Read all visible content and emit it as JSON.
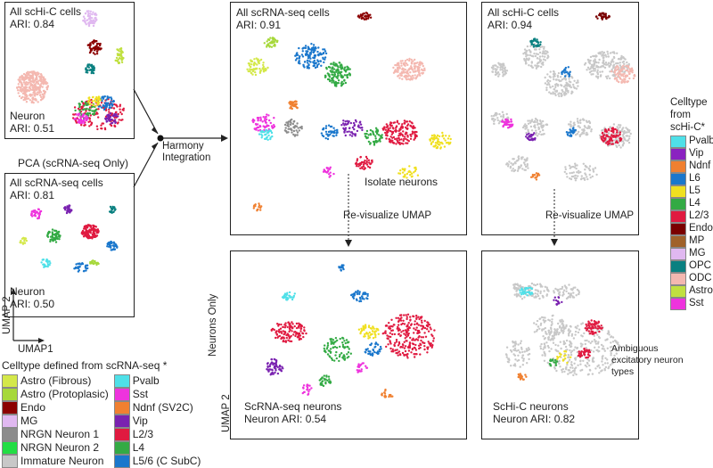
{
  "panels": {
    "hic_pca": {
      "title": "All scHi-C cells",
      "ari": "ARI: 0.84",
      "sub_title": "Neuron",
      "sub_ari": "ARI: 0.51"
    },
    "rna_pca_heading": "PCA (scRNA-seq Only)",
    "rna_pca": {
      "title": "All scRNA-seq cells",
      "ari": "ARI: 0.81",
      "sub_title": "Neuron",
      "sub_ari": "ARI: 0.50"
    },
    "rna_all": {
      "title": "All scRNA-seq cells",
      "ari": "ARI: 0.91"
    },
    "hic_all": {
      "title": "All scHi-C cells",
      "ari": "ARI: 0.94"
    },
    "rna_neurons": {
      "title": "ScRNA-seq neurons",
      "ari": "Neuron ARI: 0.54"
    },
    "hic_neurons": {
      "title": "ScHi-C neurons",
      "ari": "Neuron ARI: 0.82",
      "annotation": "Ambiguous excitatory neuron types"
    }
  },
  "labels": {
    "harmony": "Harmony Integration",
    "isolate": "Isolate neurons",
    "revisualize_left": "Re-visualize UMAP",
    "revisualize_right": "Re-visualize UMAP",
    "neurons_only": "Neurons Only",
    "umap1": "UMAP1",
    "umap2": "UMAP 2",
    "umap2_bottom": "UMAP 2"
  },
  "legend_rna": {
    "title": "Celltype defined from scRNA-seq *",
    "col1": [
      {
        "label": "Astro (Fibrous)",
        "color": "#d4e84a"
      },
      {
        "label": "Astro (Protoplasic)",
        "color": "#a6d83a"
      },
      {
        "label": "Endo",
        "color": "#8b0000"
      },
      {
        "label": "MG",
        "color": "#e0b8f0"
      },
      {
        "label": "NRGN Neuron 1",
        "color": "#8c8c8c"
      },
      {
        "label": "NRGN Neuron 2",
        "color": "#22dd44"
      },
      {
        "label": "Immature Neuron",
        "color": "#c8c8c8"
      }
    ],
    "col2": [
      {
        "label": "Pvalb",
        "color": "#4fe0e8"
      },
      {
        "label": "Sst",
        "color": "#ee33dd"
      },
      {
        "label": "Ndnf (SV2C)",
        "color": "#f08030"
      },
      {
        "label": "Vip",
        "color": "#7a22b0"
      },
      {
        "label": "L2/3",
        "color": "#e01a40"
      },
      {
        "label": "L4",
        "color": "#33aa44"
      },
      {
        "label": "L5/6 (C SubC)",
        "color": "#1a77cc"
      }
    ]
  },
  "legend_hic": {
    "title": "Celltype from scHi-C*",
    "items": [
      {
        "label": "Pvalb",
        "color": "#4fe0e8"
      },
      {
        "label": "Vip",
        "color": "#8a22c0"
      },
      {
        "label": "Ndnf",
        "color": "#f08030"
      },
      {
        "label": "L6",
        "color": "#1a77cc"
      },
      {
        "label": "L5",
        "color": "#f0e020"
      },
      {
        "label": "L4",
        "color": "#33aa44"
      },
      {
        "label": "L2/3",
        "color": "#e01a40"
      },
      {
        "label": "Endo",
        "color": "#7a0000"
      },
      {
        "label": "MP",
        "color": "#a0622a"
      },
      {
        "label": "MG",
        "color": "#e0b8f0"
      },
      {
        "label": "OPC",
        "color": "#0a8080"
      },
      {
        "label": "ODC",
        "color": "#f4b8b0"
      },
      {
        "label": "Astro",
        "color": "#c0e040"
      },
      {
        "label": "Sst",
        "color": "#ee33dd"
      }
    ]
  }
}
